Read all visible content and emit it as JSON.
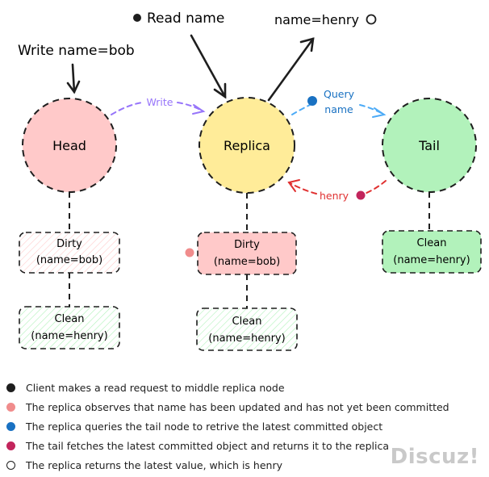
{
  "annotations": {
    "write_name": "Write name=bob",
    "read_name": "Read name",
    "name_henry": "name=henry"
  },
  "nodes": {
    "head": "Head",
    "replica": "Replica",
    "tail": "Tail"
  },
  "edges": {
    "write": "Write",
    "query_line1": "Query",
    "query_line2": "name",
    "henry": "henry"
  },
  "boxes": {
    "head_dirty": {
      "title": "Dirty",
      "value": "(name=bob)"
    },
    "head_clean": {
      "title": "Clean",
      "value": "(name=henry)"
    },
    "replica_dirty": {
      "title": "Dirty",
      "value": "(name=bob)"
    },
    "replica_clean": {
      "title": "Clean",
      "value": "(name=henry)"
    },
    "tail_clean": {
      "title": "Clean",
      "value": "(name=henry)"
    }
  },
  "legend": [
    {
      "text": "Client makes a read request to middle replica node",
      "color": "#1e1e1e",
      "style": "filled"
    },
    {
      "text": "The replica observes that name has been updated and has not yet been committed",
      "color": "#f08c8c",
      "style": "filled"
    },
    {
      "text": "The replica queries the tail node to retrive the latest committed object",
      "color": "#1971c2",
      "style": "filled"
    },
    {
      "text": "The tail fetches the latest committed object and returns it to the replica",
      "color": "#c2255c",
      "style": "filled"
    },
    {
      "text": "The replica returns the latest value, which is henry",
      "color": "#1e1e1e",
      "style": "hollow"
    }
  ],
  "colors": {
    "head_fill": "#ffc9c9",
    "replica_fill": "#ffec99",
    "tail_fill": "#b2f2bb",
    "write_arrow": "#9775fa",
    "query_arrow": "#4dabf7",
    "henry_arrow": "#e03131"
  },
  "watermark": "Discuz!"
}
